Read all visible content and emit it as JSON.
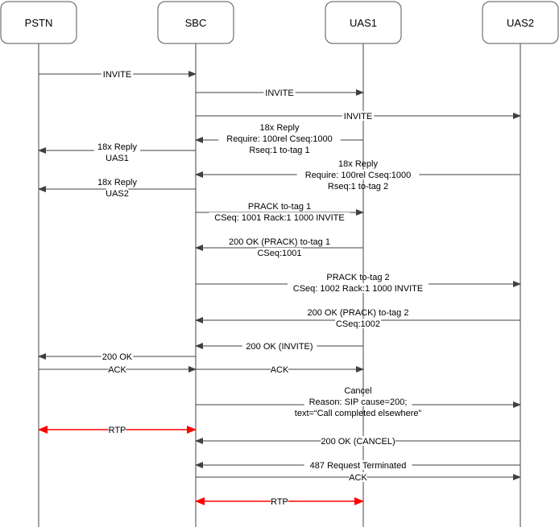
{
  "participants": [
    {
      "id": "pstn",
      "label": "PSTN"
    },
    {
      "id": "sbc",
      "label": "SBC"
    },
    {
      "id": "uas1",
      "label": "UAS1"
    },
    {
      "id": "uas2",
      "label": "UAS2"
    }
  ],
  "colors": {
    "signal": "#404040",
    "media": "#ff0000"
  },
  "messages": [
    {
      "from": "pstn",
      "to": "sbc",
      "lines": [
        "INVITE"
      ]
    },
    {
      "from": "sbc",
      "to": "uas1",
      "lines": [
        "INVITE"
      ]
    },
    {
      "from": "sbc",
      "to": "uas2",
      "lines": [
        "INVITE"
      ]
    },
    {
      "from": "uas1",
      "to": "sbc",
      "lines": [
        "18x Reply",
        "Require: 100rel Cseq:1000",
        "Rseq:1 to-tag 1"
      ]
    },
    {
      "from": "sbc",
      "to": "pstn",
      "lines": [
        "18x Reply",
        "UAS1"
      ]
    },
    {
      "from": "uas2",
      "to": "sbc",
      "lines": [
        "18x Reply",
        "Require: 100rel Cseq:1000",
        "Rseq:1 to-tag 2"
      ]
    },
    {
      "from": "sbc",
      "to": "pstn",
      "lines": [
        "18x Reply",
        "UAS2"
      ]
    },
    {
      "from": "sbc",
      "to": "uas1",
      "lines": [
        "PRACK to-tag 1",
        "CSeq: 1001 Rack:1 1000 INVITE"
      ]
    },
    {
      "from": "uas1",
      "to": "sbc",
      "lines": [
        "200 OK (PRACK) to-tag 1",
        "CSeq:1001"
      ]
    },
    {
      "from": "sbc",
      "to": "uas2",
      "lines": [
        "PRACK to-tag 2",
        "CSeq: 1002 Rack:1 1000 INVITE"
      ]
    },
    {
      "from": "uas2",
      "to": "sbc",
      "lines": [
        "200 OK (PRACK) to-tag 2",
        "CSeq:1002"
      ]
    },
    {
      "from": "uas1",
      "to": "sbc",
      "lines": [
        "200 OK (INVITE)"
      ]
    },
    {
      "from": "sbc",
      "to": "pstn",
      "lines": [
        "200 OK"
      ]
    },
    {
      "from": "pstn",
      "to": "sbc",
      "lines": [
        "ACK"
      ]
    },
    {
      "from": "sbc",
      "to": "uas1",
      "lines": [
        "ACK"
      ]
    },
    {
      "from": "sbc",
      "to": "uas2",
      "lines": [
        "Cancel",
        "Reason: SIP cause=200;",
        "text=“Call completed elsewhere”"
      ]
    },
    {
      "from": "pstn",
      "to": "sbc",
      "lines": [
        "RTP"
      ],
      "kind": "media"
    },
    {
      "from": "uas2",
      "to": "sbc",
      "lines": [
        "200 OK (CANCEL)"
      ]
    },
    {
      "from": "uas2",
      "to": "sbc",
      "lines": [
        "487 Request Terminated"
      ]
    },
    {
      "from": "sbc",
      "to": "uas2",
      "lines": [
        "ACK"
      ]
    },
    {
      "from": "sbc",
      "to": "uas1",
      "lines": [
        "RTP"
      ],
      "kind": "media"
    }
  ]
}
